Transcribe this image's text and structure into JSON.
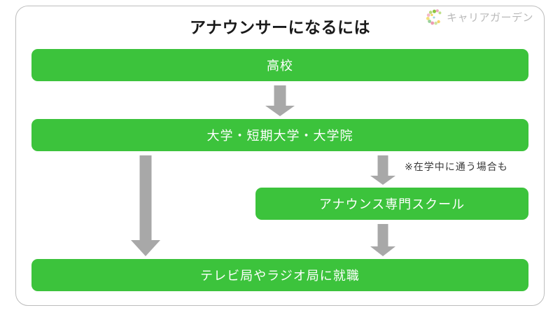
{
  "header": {
    "title": "アナウンサーになるには",
    "brand": {
      "name": "キャリアガーデン",
      "mark_icon": "colorful-c-ring-icon"
    }
  },
  "colors": {
    "node_green": "#3cc33c",
    "node_text": "#ffffff",
    "arrow_gray": "#a8a8a8",
    "frame_border": "#bdbdbd",
    "title_text": "#1a1a1a",
    "brand_text": "#b9b9b9",
    "annotation_text": "#3a3a3a",
    "background": "#ffffff"
  },
  "flow": {
    "nodes": [
      {
        "id": "high-school",
        "label": "高校"
      },
      {
        "id": "university",
        "label": "大学・短期大学・大学院"
      },
      {
        "id": "announce-school",
        "label": "アナウンス専門スクール"
      },
      {
        "id": "employment",
        "label": "テレビ局やラジオ局に就職"
      }
    ],
    "arrows": [
      {
        "id": "hs-to-university",
        "from": "high-school",
        "to": "university",
        "direction": "down"
      },
      {
        "id": "university-to-employment",
        "from": "university",
        "to": "employment",
        "direction": "down"
      },
      {
        "id": "university-to-school",
        "from": "university",
        "to": "announce-school",
        "direction": "down"
      },
      {
        "id": "school-to-employment",
        "from": "announce-school",
        "to": "employment",
        "direction": "down"
      }
    ],
    "annotations": [
      {
        "id": "enrolled-note",
        "text": "※在学中に通う場合も"
      }
    ]
  }
}
